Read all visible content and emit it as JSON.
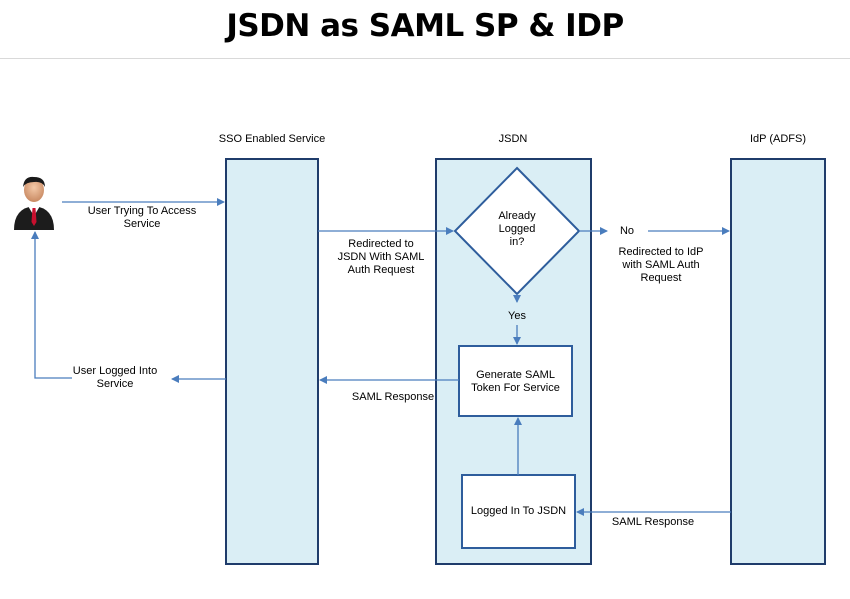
{
  "title": "JSDN as SAML SP & IDP",
  "colors": {
    "lane_fill": "#daeef5",
    "lane_stroke": "#1f3c6b",
    "arrow": "#4a7dbd",
    "box_stroke": "#2e5d9c"
  },
  "columns": {
    "sp": "SSO Enabled Service",
    "jsdn": "JSDN",
    "idp": "IdP (ADFS)"
  },
  "actors": {
    "user_icon": "businessman-icon"
  },
  "nodes": {
    "decision": "Already\nLogged\nin?",
    "generate": "Generate SAML\nToken For Service",
    "logged_in": "Logged In To JSDN"
  },
  "edges": {
    "user_access": "User Trying To Access\nService",
    "redirect_jsdn": "Redirected to\nJSDN With SAML\nAuth Request",
    "no": "No",
    "redirect_idp": "Redirected to IdP\nwith SAML Auth\nRequest",
    "yes": "Yes",
    "saml_response_sp": "SAML Response",
    "user_logged": "User Logged Into\nService",
    "saml_response_idp": "SAML Response"
  }
}
